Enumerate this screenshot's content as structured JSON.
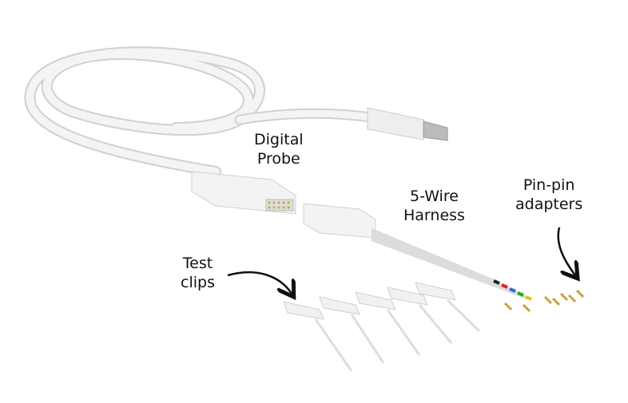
{
  "labels": {
    "probe": [
      "Digital",
      "Probe"
    ],
    "harness": [
      "5-Wire",
      "Harness"
    ],
    "adapters": [
      "Pin-pin",
      "adapters"
    ],
    "clips": [
      "Test",
      "clips"
    ]
  },
  "colors": {
    "body": "#f2f2f2",
    "shade": "#d6d6d6",
    "wire_tips": [
      "#222222",
      "#d22",
      "#2a6ad8",
      "#2a2",
      "#e8c21a"
    ],
    "pin": "#c9a23a"
  }
}
